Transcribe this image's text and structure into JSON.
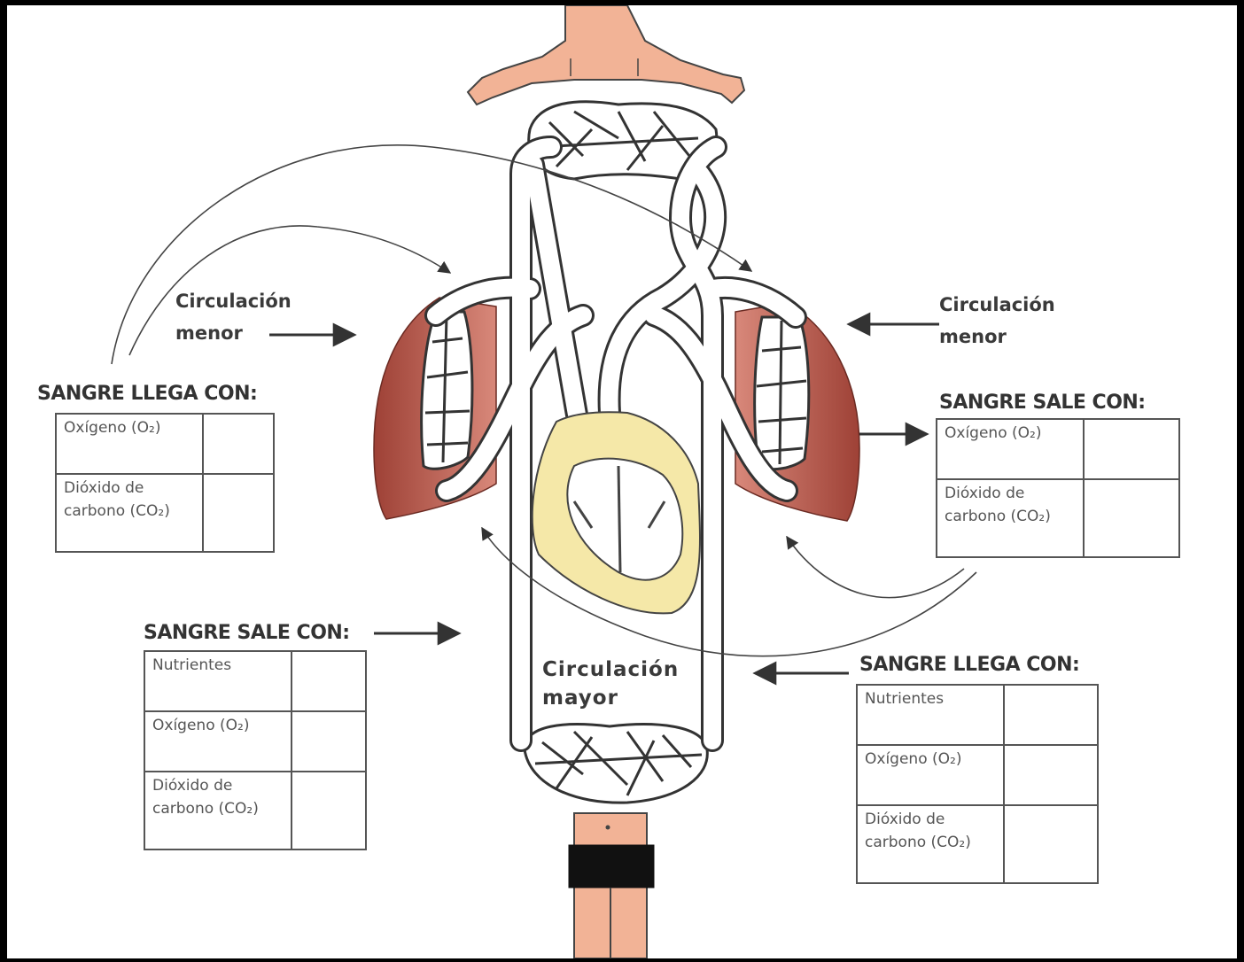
{
  "labels": {
    "circulacion_menor_left": [
      "Circulación",
      "menor"
    ],
    "circulacion_menor_right": [
      "Circulación",
      "menor"
    ],
    "circulacion_mayor": [
      "Circulación",
      "mayor"
    ],
    "sangre_llega_left": "SANGRE LLEGA CON:",
    "sangre_sale_right": "SANGRE SALE CON:",
    "sangre_sale_left": "SANGRE SALE CON:",
    "sangre_llega_right": "SANGRE LLEGA CON:"
  },
  "tables": {
    "pulmonary_in": [
      "Oxígeno (O₂)",
      "Dióxido de carbono (CO₂)"
    ],
    "pulmonary_out": [
      "Oxígeno (O₂)",
      "Dióxido de carbono (CO₂)"
    ],
    "systemic_out": [
      "Nutrientes",
      "Oxígeno (O₂)",
      "Dióxido de carbono (CO₂)"
    ],
    "systemic_in": [
      "Nutrientes",
      "Oxígeno (O₂)",
      "Dióxido de carbono (CO₂)"
    ]
  },
  "colors": {
    "skin": "#f2b396",
    "lung": "#b5544a",
    "heart_muscle": "#f5e8a8",
    "vessel_outline": "#444444",
    "shorts": "#111111"
  }
}
